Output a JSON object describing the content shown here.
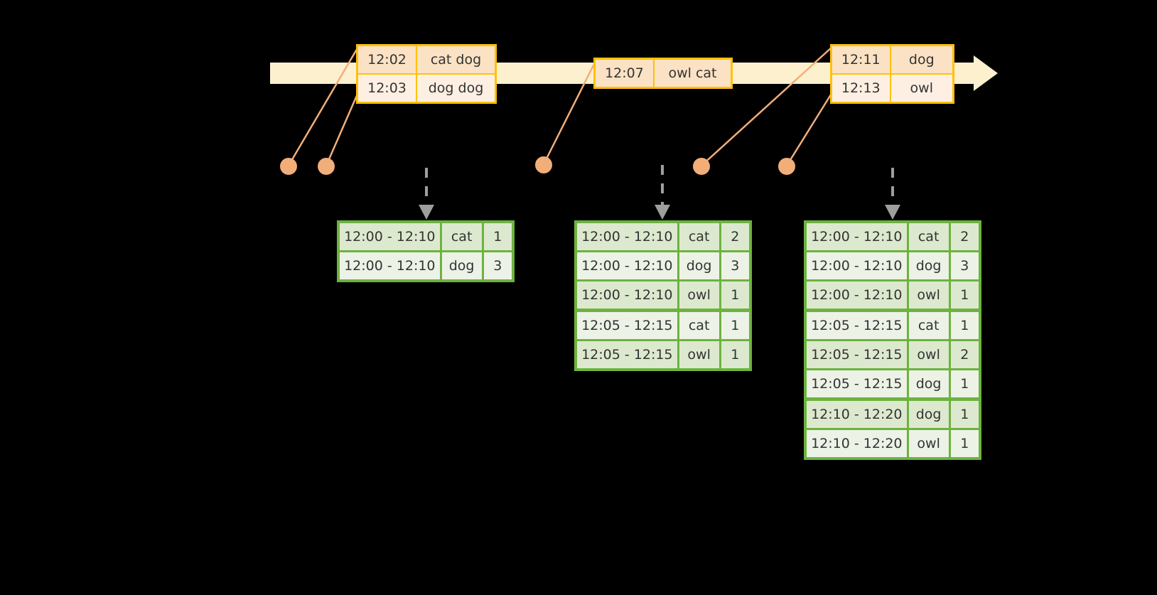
{
  "timeline": {
    "name": "event-stream-timeline",
    "colors": {
      "bar": "#fdf0cf",
      "event_border": "#ffc107",
      "table_border": "#6cb33f",
      "dot": "#f2ae79",
      "arrow": "#9e9e9e"
    },
    "event_groups": [
      {
        "id": "event-group-1",
        "rows": [
          {
            "time": "12:02",
            "text": "cat dog"
          },
          {
            "time": "12:03",
            "text": "dog dog"
          }
        ]
      },
      {
        "id": "event-group-2",
        "rows": [
          {
            "time": "12:07",
            "text": "owl cat"
          }
        ]
      },
      {
        "id": "event-group-3",
        "rows": [
          {
            "time": "12:11",
            "text": "dog"
          },
          {
            "time": "12:13",
            "text": "owl"
          }
        ]
      }
    ]
  },
  "results": [
    {
      "id": "result-table-1",
      "rows": [
        {
          "window": "12:00 - 12:10",
          "key": "cat",
          "count": "1"
        },
        {
          "window": "12:00 - 12:10",
          "key": "dog",
          "count": "3"
        }
      ]
    },
    {
      "id": "result-table-2",
      "rows": [
        {
          "window": "12:00 - 12:10",
          "key": "cat",
          "count": "2"
        },
        {
          "window": "12:00 - 12:10",
          "key": "dog",
          "count": "3"
        },
        {
          "window": "12:00 - 12:10",
          "key": "owl",
          "count": "1"
        },
        {
          "window": "12:05 - 12:15",
          "key": "cat",
          "count": "1"
        },
        {
          "window": "12:05 - 12:15",
          "key": "owl",
          "count": "1"
        }
      ]
    },
    {
      "id": "result-table-3",
      "rows": [
        {
          "window": "12:00 - 12:10",
          "key": "cat",
          "count": "2"
        },
        {
          "window": "12:00 - 12:10",
          "key": "dog",
          "count": "3"
        },
        {
          "window": "12:00 - 12:10",
          "key": "owl",
          "count": "1"
        },
        {
          "window": "12:05 - 12:15",
          "key": "cat",
          "count": "1"
        },
        {
          "window": "12:05 - 12:15",
          "key": "owl",
          "count": "2"
        },
        {
          "window": "12:05 - 12:15",
          "key": "dog",
          "count": "1"
        },
        {
          "window": "12:10 - 12:20",
          "key": "dog",
          "count": "1"
        },
        {
          "window": "12:10 - 12:20",
          "key": "owl",
          "count": "1"
        }
      ]
    }
  ]
}
